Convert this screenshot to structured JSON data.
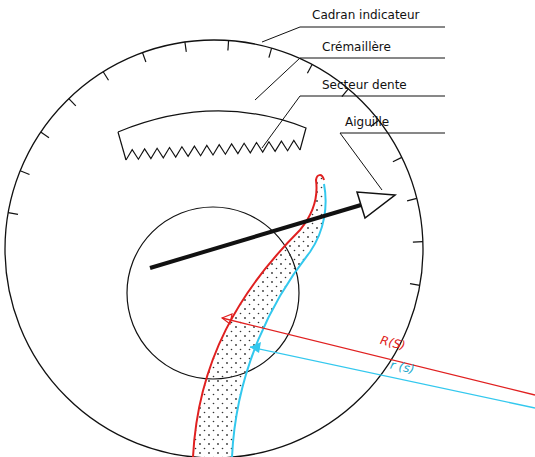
{
  "diagram": {
    "labels": [
      "Cadran indicateur",
      "Crémaillère",
      "Secteur dente",
      "Aiguille",
      "R(S)",
      "r (s)"
    ]
  }
}
